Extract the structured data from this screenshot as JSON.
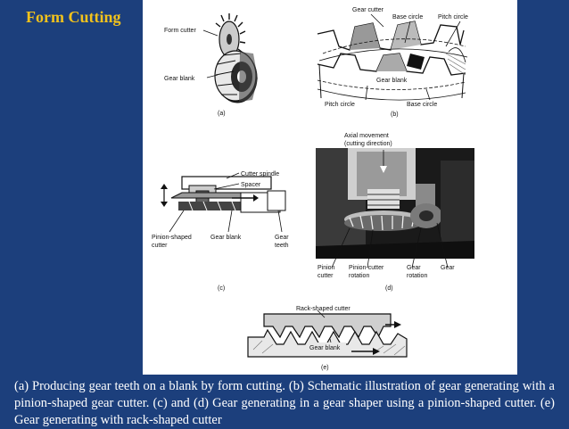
{
  "slide": {
    "title": "Form Cutting",
    "caption": "(a) Producing gear teeth on a blank by form cutting. (b) Schematic illustration of gear generating with a pinion-shaped gear cutter. (c) and (d) Gear generating in a gear shaper using a pinion-shaped cutter. (e) Gear generating with rack-shaped cutter"
  },
  "figure": {
    "a": {
      "form_cutter": "Form cutter",
      "gear_blank": "Gear blank",
      "label": "(a)"
    },
    "b": {
      "gear_cutter": "Gear cutter",
      "base_circle_top": "Base circle",
      "pitch_circle_top": "Pitch circle",
      "gear_blank": "Gear blank",
      "pitch_circle_bottom": "Pitch circle",
      "base_circle_bottom": "Base circle",
      "label": "(b)"
    },
    "c": {
      "cutter_spindle": "Cutter spindle",
      "spacer": "Spacer",
      "pinion_shaped_1": "Pinion-shaped",
      "pinion_shaped_2": "cutter",
      "gear_blank": "Gear blank",
      "gear_teeth_1": "Gear",
      "gear_teeth_2": "teeth",
      "label": "(c)"
    },
    "d": {
      "axial_1": "Axial movement",
      "axial_2": "(cutting direction)",
      "pinion_1": "Pinion",
      "pinion_2": "cutter",
      "pinion_cutter_1": "Pinion-cutter",
      "pinion_cutter_2": "rotation",
      "gear_rotation_1": "Gear",
      "gear_rotation_2": "rotation",
      "gear": "Gear",
      "label": "(d)"
    },
    "e": {
      "rack_cutter": "Rack-shaped cutter",
      "gear_blank": "Gear blank",
      "label": "(e)"
    }
  }
}
